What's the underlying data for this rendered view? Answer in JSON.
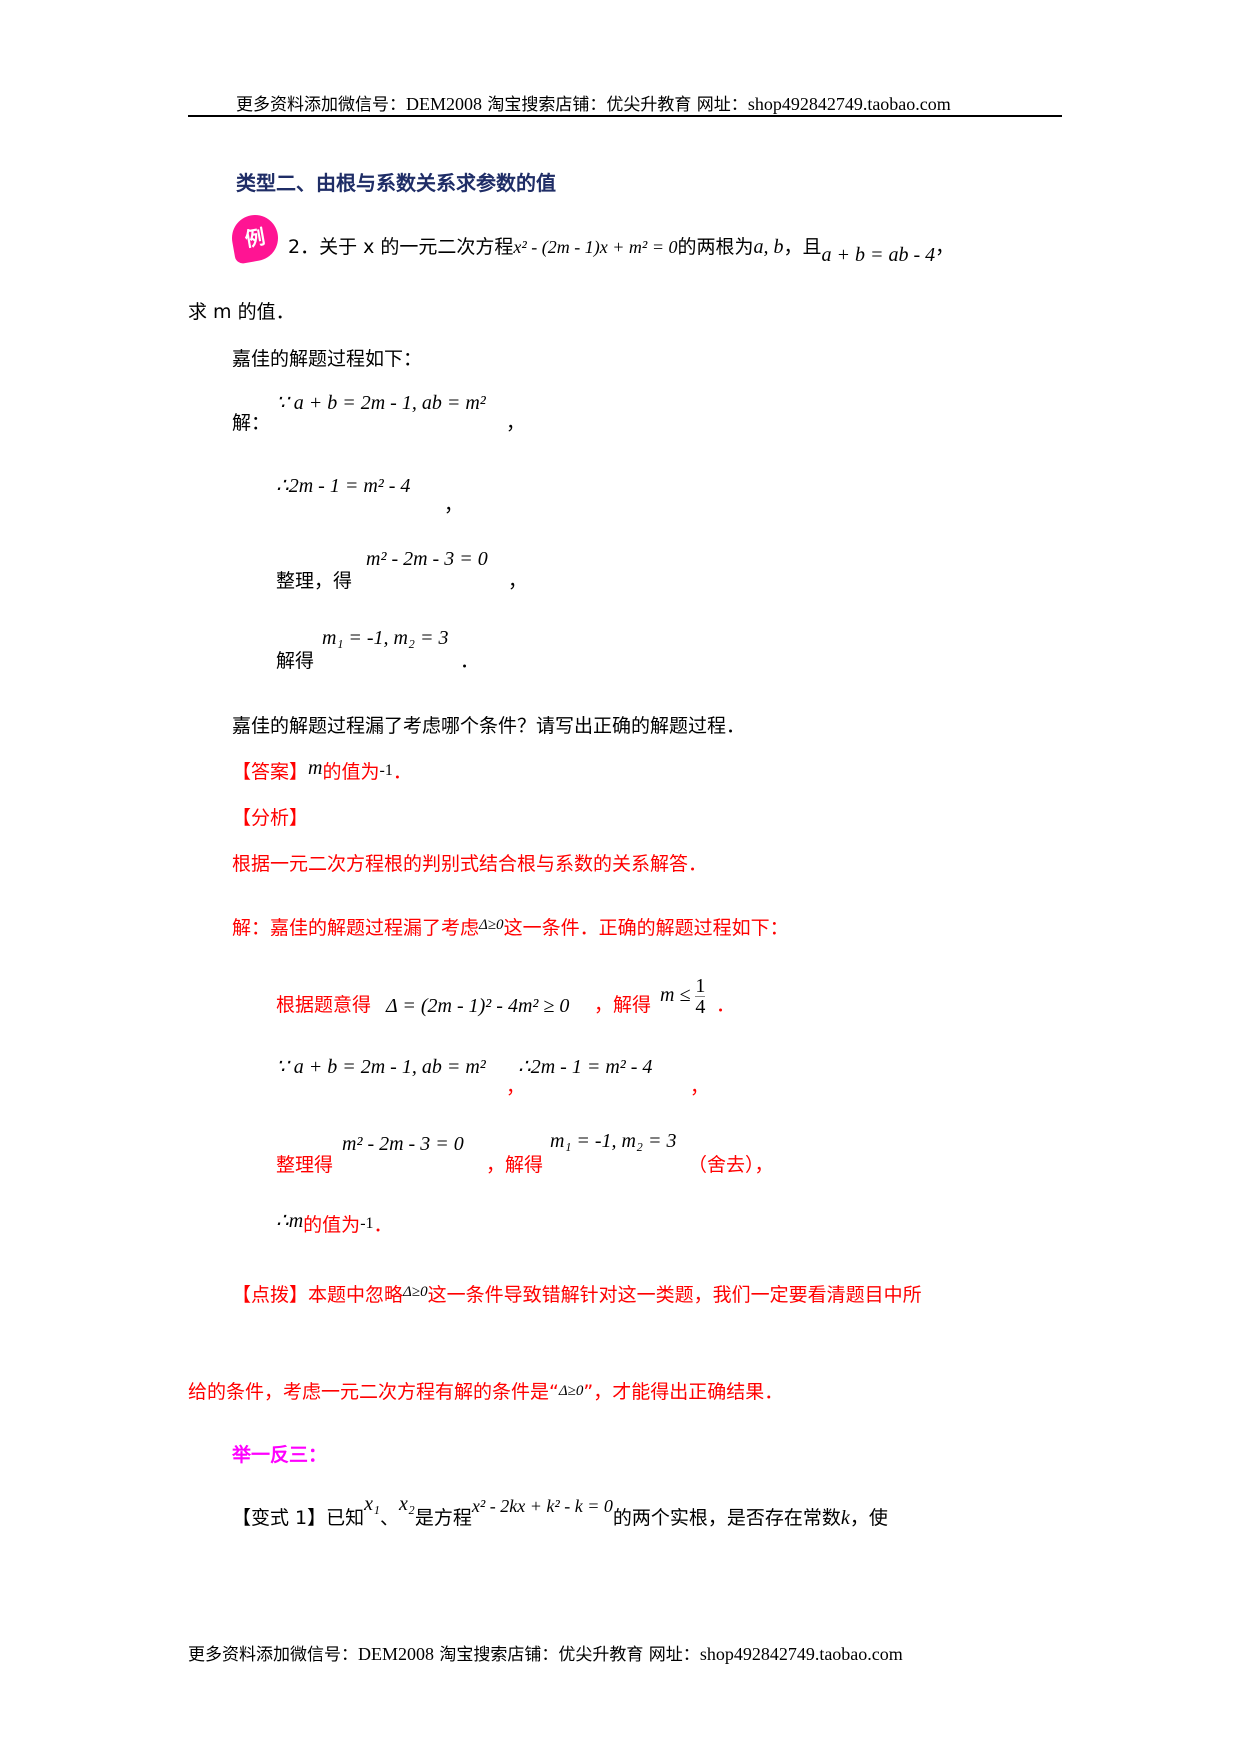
{
  "header": {
    "cn1": "更多资料添加微信号：",
    "wechat": "DEM2008",
    "cn2": " 淘宝搜索店铺：优尖升教育 网址：",
    "url": "shop492842749.taobao.com"
  },
  "section_title": "类型二、由根与系数关系求参数的值",
  "example": {
    "badge": "例",
    "number": "2．",
    "q_part1": "关于 x 的一元二次方程",
    "equation": "x² - (2m - 1)x + m² = 0",
    "q_part2": "的两根为",
    "roots": "a, b",
    "q_part3": "，且",
    "condition": "a + b = ab - 4",
    "q_comma": "，",
    "q_line2": "求 m 的值．"
  },
  "jiajia": {
    "intro": "嘉佳的解题过程如下：",
    "step1_label": "解：",
    "step1_math": "∵ a + b = 2m - 1, ab = m²",
    "step1_tail": "，",
    "step2_math": "∴2m - 1 = m² - 4",
    "step2_tail": "，",
    "step3_label": "整理，得",
    "step3_math": "m² - 2m - 3 = 0",
    "step3_tail": "，",
    "step4_label": "解得",
    "step4_math": "m₁ = -1, m₂ = 3",
    "step4_tail": "．",
    "question": "嘉佳的解题过程漏了考虑哪个条件？请写出正确的解题过程．"
  },
  "answer": {
    "label": "【答案】",
    "var": "m",
    "text": "的值为",
    "value": "-1",
    "end": "．"
  },
  "analysis": {
    "label": "【分析】",
    "text": "根据一元二次方程根的判别式结合根与系数的关系解答．"
  },
  "solution": {
    "line1_a": "解：嘉佳的解题过程漏了考虑",
    "line1_delta": "Δ≥0",
    "line1_b": "这一条件．正确的解题过程如下：",
    "line2_a": "根据题意得",
    "line2_math": "Δ = (2m - 1)² - 4m² ≥ 0",
    "line2_b": "，解得",
    "line2_var": "m ≤",
    "line2_num": "1",
    "line2_den": "4",
    "line2_end": "．",
    "line3_math_a": "∵ a + b = 2m - 1, ab = m²",
    "line3_comma_a": "，",
    "line3_math_b": "∴2m - 1 = m² - 4",
    "line3_comma_b": "，",
    "line4_a": "整理得",
    "line4_math_a": "m² - 2m - 3 = 0",
    "line4_b": "，解得",
    "line4_math_b": "m₁ = -1, m₂ = 3",
    "line4_c": "（舍去），",
    "line5_math": "∴m",
    "line5_text": "的值为",
    "line5_value": "-1",
    "line5_end": "．"
  },
  "tip": {
    "label": "【点拨】",
    "text1": "本题中忽略",
    "delta": "Δ≥0",
    "text2": "这一条件导致错解针对这一类题，我们一定要看清题目中所",
    "line2_a": "给的条件，考虑一元二次方程有解的条件是“",
    "line2_delta": "Δ≥0",
    "line2_b": "”，才能得出正确结果．"
  },
  "practice": {
    "heading": "举一反三：",
    "label": "【变式 1】",
    "text1": "已知",
    "x1": "x₁",
    "sep": "、",
    "x2": "x₂",
    "text2": "是方程",
    "equation": "x² - 2kx + k² - k = 0",
    "text3": "的两个实根，是否存在常数",
    "k": "k",
    "text4": "，使"
  },
  "footer": {
    "cn1": "更多资料添加微信号：",
    "wechat": "DEM2008",
    "cn2": " 淘宝搜索店铺：优尖升教育 网址：",
    "url": "shop492842749.taobao.com"
  },
  "colors": {
    "title": "#1f2d66",
    "red": "#ff0000",
    "magenta": "#ff00ff",
    "badge": "#ff1493"
  }
}
